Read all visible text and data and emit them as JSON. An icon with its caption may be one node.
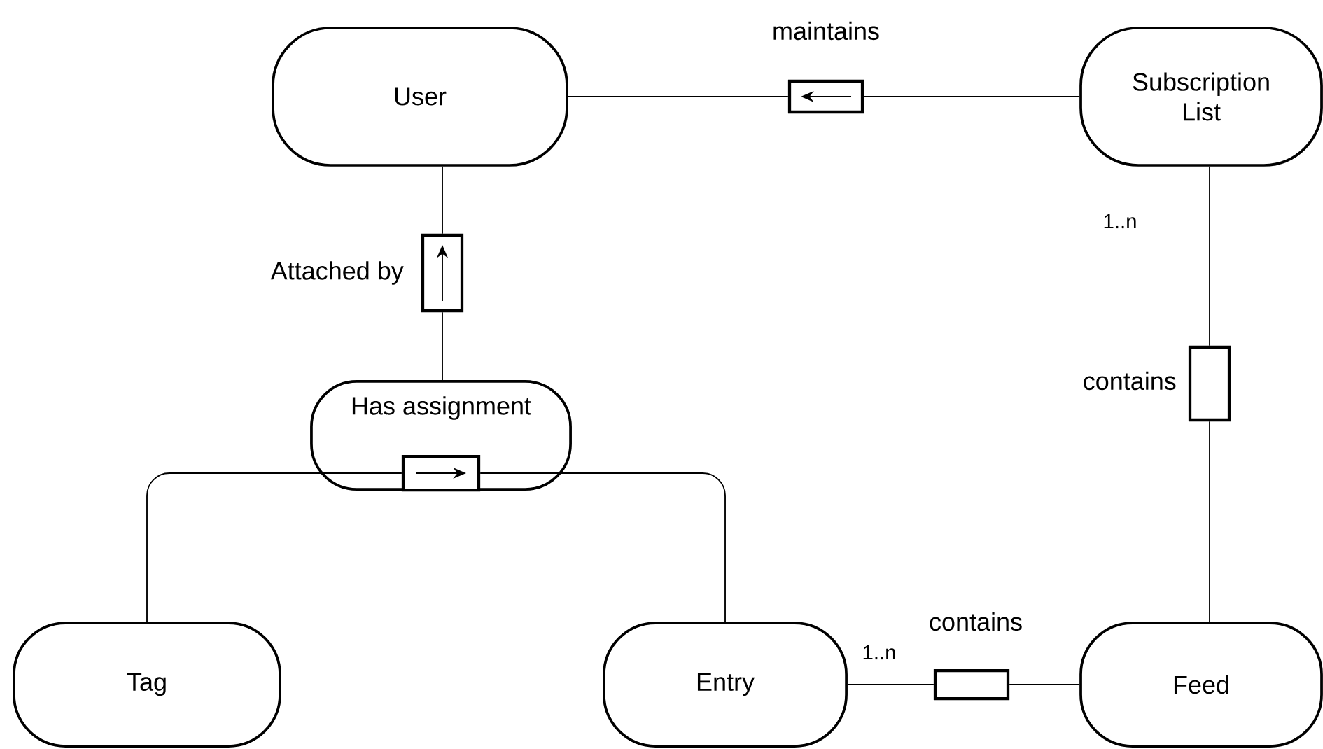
{
  "diagram": {
    "nodes": [
      {
        "text": [
          "User"
        ]
      },
      {
        "text": [],
        "shape": "box",
        "beside": [
          "maintains"
        ]
      },
      {
        "text": [
          "Subscription List"
        ]
      },
      {
        "text": [],
        "shape": "box",
        "beside": [
          "Attached by"
        ]
      },
      {
        "text": [],
        "shape": "box",
        "beside": [
          "contains"
        ]
      },
      {
        "text": [
          "Has assignment"
        ]
      },
      {
        "text": [],
        "shape": "box",
        "in": 5
      },
      {
        "text": [
          "Tag"
        ]
      },
      {
        "text": [
          "Entry"
        ]
      },
      {
        "text": [],
        "shape": "box",
        "beside": [
          "contains"
        ]
      },
      {
        "text": [
          "Feed"
        ]
      }
    ],
    "edges": [
      {
        "from": 0,
        "to": 1,
        "arrow": "none"
      },
      {
        "from": 1,
        "to": 2,
        "arrow": "none"
      },
      {
        "from": 0,
        "to": 3,
        "arrow": "none"
      },
      {
        "from": 3,
        "to": 5,
        "arrow": "none"
      },
      {
        "from": 2,
        "to": 4,
        "arrow": "none"
      },
      {
        "from": 4,
        "to": 10,
        "arrow": "none"
      },
      {
        "from": 7,
        "to": 6,
        "arrow": "none"
      },
      {
        "from": 6,
        "to": 8,
        "arrow": "none"
      },
      {
        "from": 8,
        "to": 9,
        "arrow": "none"
      },
      {
        "from": 9,
        "to": 10,
        "arrow": "none"
      }
    ],
    "labels": [
      "1..n",
      "1..n"
    ]
  }
}
